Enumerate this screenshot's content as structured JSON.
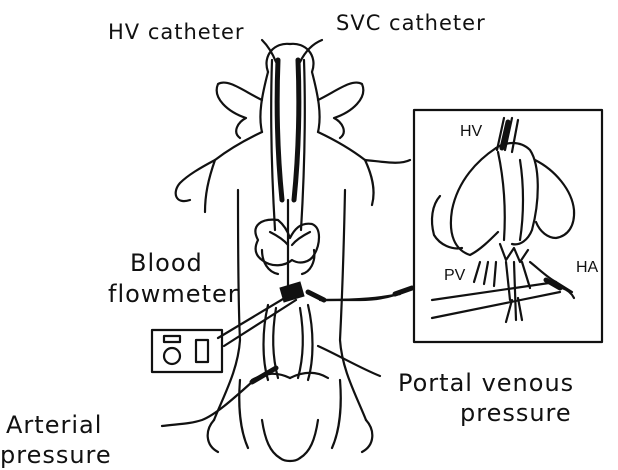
{
  "labels": {
    "hv_catheter": "HV catheter",
    "svc_catheter": "SVC catheter",
    "blood_flowmeter_line1": "Blood",
    "blood_flowmeter_line2": "flowmeter",
    "portal_venous_line1": "Portal venous",
    "portal_venous_line2": "pressure",
    "arterial_line1": "Arterial",
    "arterial_line2": "pressure"
  },
  "inset": {
    "hv": "HV",
    "pv": "PV",
    "ha": "HA"
  },
  "colors": {
    "ink": "#111111",
    "background": "#ffffff"
  }
}
